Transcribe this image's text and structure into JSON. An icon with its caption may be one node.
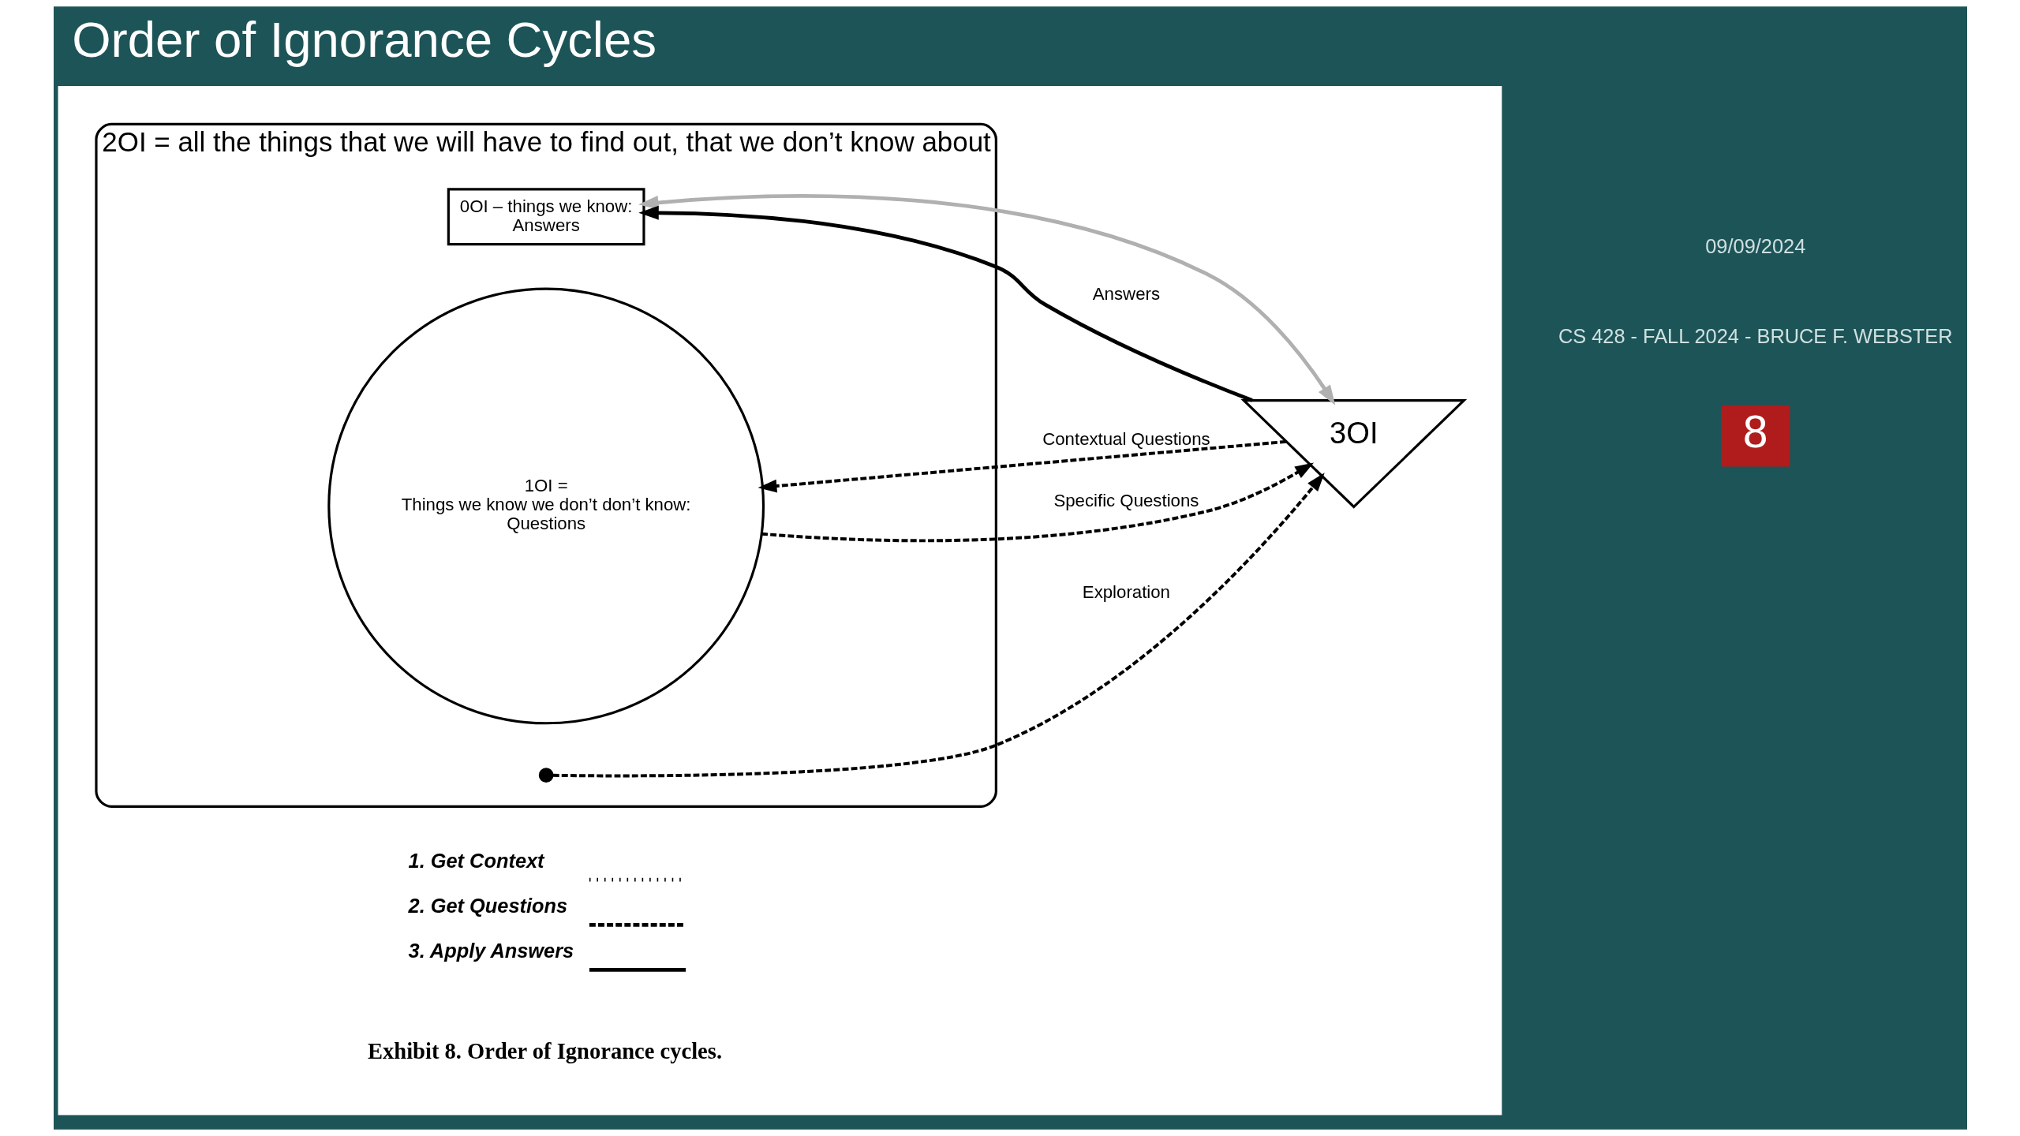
{
  "diagram": {
    "title": "Order of Ignorance Cycles",
    "caption": "Exhibit 8. Order of Ignorance cycles.",
    "nodes": [
      {
        "text": [],
        "shape": "box"
      },
      {
        "text": [
          "2OI = all the things that we will have to find out, that we don’t know about"
        ],
        "in": 0
      },
      {
        "text": [
          "1OI =",
          "Things we know we don’t don’t know:",
          "Questions"
        ],
        "in": 1
      },
      {
        "text": [],
        "shape": "circle",
        "in": 1
      },
      {
        "text": [
          "0OI – things we know:",
          "Answers"
        ],
        "in": 1
      },
      {
        "text": [
          "3OI"
        ],
        "in": 0
      }
    ],
    "edges": [
      {
        "from": 3,
        "to": 5,
        "arrow": "to",
        "label": "Exploration",
        "style": "dashed"
      },
      {
        "from": 2,
        "to": 5,
        "arrow": "to",
        "label": "Specific Questions",
        "style": "dashed"
      },
      {
        "from": 4,
        "to": 5,
        "arrow": "both",
        "color": "#b0b0b0"
      },
      {
        "from": 5,
        "to": 4,
        "arrow": "to",
        "label": "Answers"
      },
      {
        "from": 5,
        "to": 2,
        "arrow": "to",
        "label": "Contextual Questions",
        "style": "dashed"
      }
    ],
    "labels": [
      "8",
      "CS 428 - FALL 2024 - BRUCE F. WEBSTER",
      "09/09/2024"
    ],
    "legend": [
      {
        "text": "1. Get Context"
      },
      {
        "text": "2. Get Questions"
      },
      {
        "text": "3. Apply Answers"
      }
    ]
  }
}
